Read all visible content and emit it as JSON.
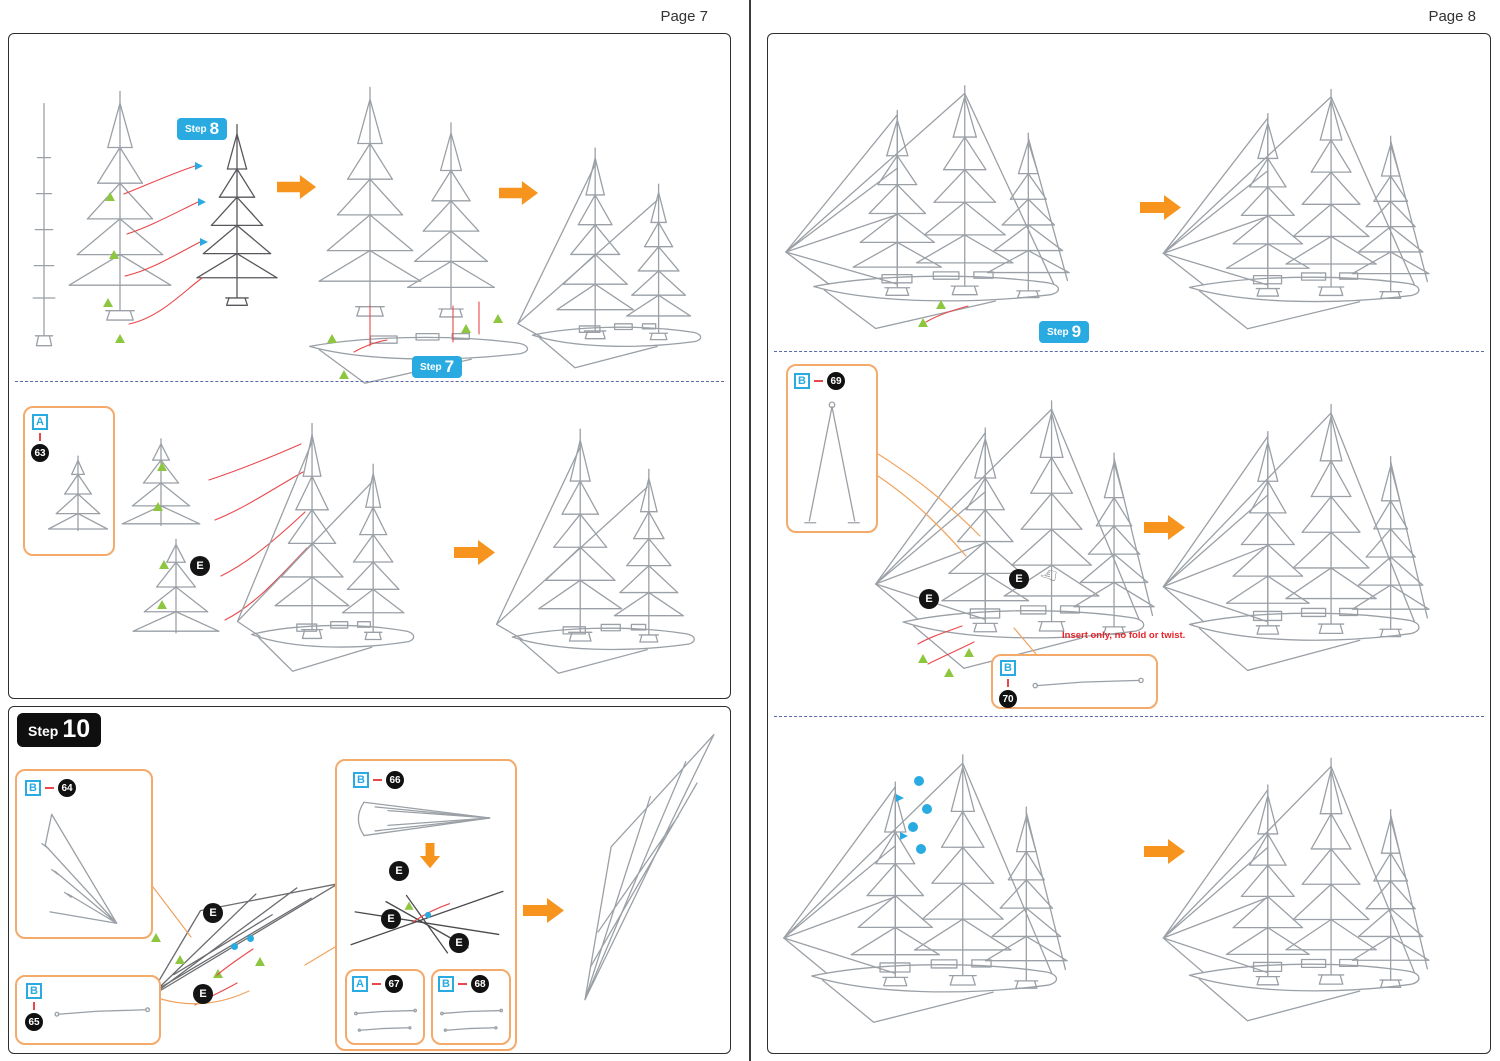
{
  "pages": {
    "p7": "Page 7",
    "p8": "Page 8"
  },
  "steps": {
    "s7": {
      "prefix": "Step",
      "num": "7"
    },
    "s8": {
      "prefix": "Step",
      "num": "8"
    },
    "s9": {
      "prefix": "Step",
      "num": "9"
    },
    "s10": {
      "prefix": "Step",
      "num": "10"
    }
  },
  "parts": {
    "a63": {
      "letter": "A",
      "num": "63"
    },
    "b64": {
      "letter": "B",
      "num": "64"
    },
    "b65": {
      "letter": "B",
      "num": "65"
    },
    "b66": {
      "letter": "B",
      "num": "66"
    },
    "a67": {
      "letter": "A",
      "num": "67"
    },
    "b68": {
      "letter": "B",
      "num": "68"
    },
    "b69": {
      "letter": "B",
      "num": "69"
    },
    "b70": {
      "letter": "B",
      "num": "70"
    }
  },
  "labels": {
    "e": "E"
  },
  "notes": {
    "insert_only": "Insert only, no fold or twist."
  },
  "icons": {
    "hand": "☞"
  },
  "colors": {
    "step_badge_blue": "#29ABE2",
    "arrow_orange": "#F7941D",
    "callout_border_orange": "#F3AA6A",
    "note_red": "#E8252A",
    "connector_red": "#E8474B",
    "marker_green": "#8DC63F",
    "marker_blue": "#29ABE2",
    "line_gray": "#9AA0A6",
    "dash_divider_blue": "#5B6AA8"
  }
}
